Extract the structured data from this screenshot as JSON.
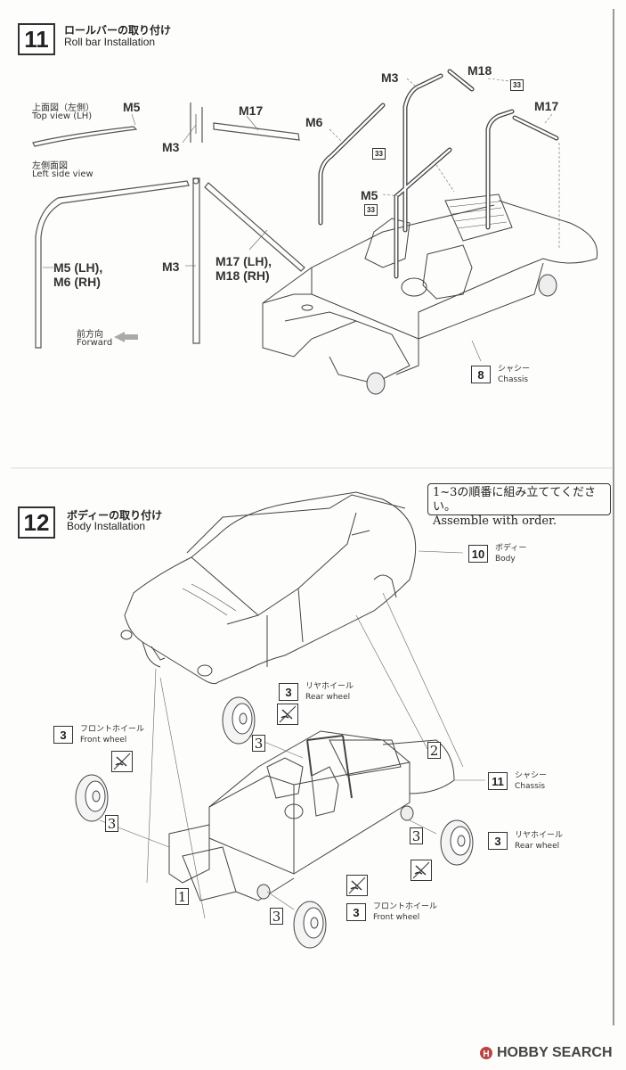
{
  "step11": {
    "number": "11",
    "title_jp": "ロールバーの取り付け",
    "title_en": "Roll bar Installation",
    "top_view_jp": "上面図（左側）",
    "top_view_en": "Top view (LH)",
    "side_view_jp": "左側面図",
    "side_view_en": "Left side view",
    "forward_jp": "前方向",
    "forward_en": "Forward",
    "parts": {
      "m5_top": "M5",
      "m17_top": "M17",
      "m3_top": "M3",
      "m5_m6_line1": "M5 (LH),",
      "m5_m6_line2": "M6 (RH)",
      "m3_side": "M3",
      "m17_m18_line1": "M17 (LH),",
      "m17_m18_line2": "M18 (RH)",
      "m3_right": "M3",
      "m18_right": "M18",
      "m6_right": "M6",
      "m17_right": "M17",
      "m5_right": "M5"
    },
    "glue_num": "33",
    "chassis_ref": {
      "num": "8",
      "jp": "シャシー",
      "en": "Chassis"
    }
  },
  "step12": {
    "number": "12",
    "title_jp": "ボディーの取り付け",
    "title_en": "Body Installation",
    "note_line1": "1~3の順番に組み立ててください。",
    "note_line2": "Assemble with order.",
    "body_ref": {
      "num": "10",
      "jp": "ボディー",
      "en": "Body"
    },
    "chassis_ref": {
      "num": "11",
      "jp": "シャシー",
      "en": "Chassis"
    },
    "rear_wheel_top": {
      "num": "3",
      "jp": "リヤホイール",
      "en": "Rear wheel"
    },
    "front_wheel_left": {
      "num": "3",
      "jp": "フロントホイール",
      "en": "Front wheel"
    },
    "rear_wheel_right": {
      "num": "3",
      "jp": "リヤホイール",
      "en": "Rear wheel"
    },
    "front_wheel_bottom": {
      "num": "3",
      "jp": "フロントホイール",
      "en": "Front wheel"
    },
    "order_labels": {
      "one": "1",
      "two": "2",
      "three": "3"
    }
  },
  "watermark": "HOBBY SEARCH"
}
